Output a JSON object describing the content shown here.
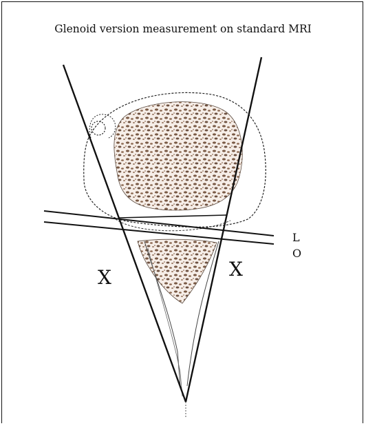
{
  "figure": {
    "title": "Glenoid version measurement on standard MRI",
    "labels": {
      "L": "L",
      "O": "O",
      "x_left": "X",
      "x_right": "X"
    },
    "colors": {
      "outline": "#111111",
      "bone_fill": "#f3e9e3",
      "trabecular": "#7a5a45"
    }
  }
}
